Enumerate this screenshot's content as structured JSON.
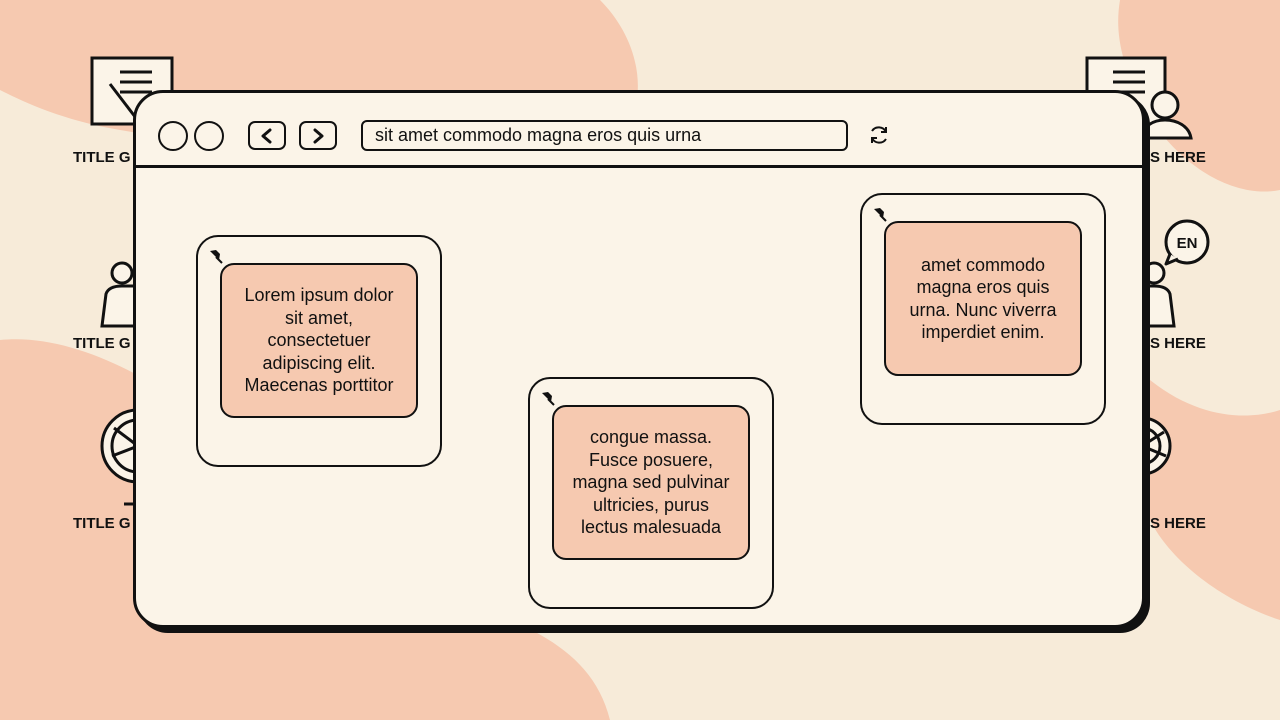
{
  "slide": {
    "side_labels": {
      "left_top": "TITLE G",
      "left_mid": "TITLE G",
      "left_bottom": "TITLE G",
      "right_top": "S HERE",
      "right_mid": "S HERE",
      "right_bottom": "S HERE"
    },
    "language_badge": "EN"
  },
  "browser": {
    "url": "sit amet commodo magna eros quis urna",
    "buttons": {
      "back_icon": "chevron-left-icon",
      "forward_icon": "chevron-right-icon",
      "refresh_icon": "refresh-icon"
    }
  },
  "notes": [
    {
      "text": "Lorem ipsum dolor sit amet, consectetuer adipiscing elit. Maecenas porttitor"
    },
    {
      "text": "congue massa. Fusce posuere, magna sed pulvinar ultricies, purus lectus malesuada"
    },
    {
      "text": "amet commodo magna eros quis urna. Nunc viverra imperdiet enim."
    }
  ],
  "colors": {
    "background": "#f7ebd9",
    "blob": "#f6c9b0",
    "window": "#fbf4e8",
    "note": "#f6c9b0",
    "outline": "#111111"
  }
}
